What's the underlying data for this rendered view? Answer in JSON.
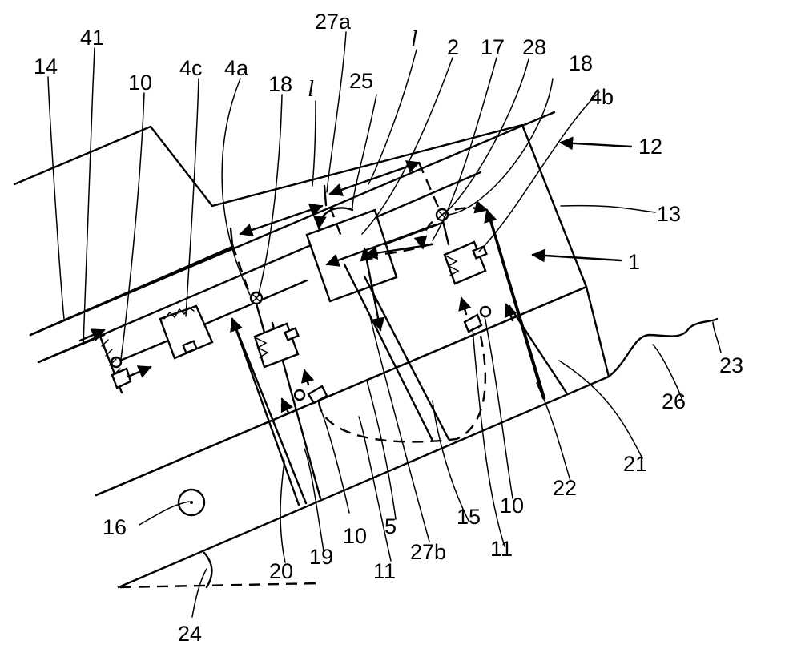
{
  "labels": {
    "l14": "14",
    "l41": "41",
    "l10a": "10",
    "l4c": "4c",
    "l4a": "4a",
    "l18a": "18",
    "l_l1": "l",
    "l27a": "27a",
    "l25": "25",
    "l_l2": "l",
    "l2": "2",
    "l17": "17",
    "l28": "28",
    "l18b": "18",
    "l4b": "4b",
    "l12": "12",
    "l13": "13",
    "l1": "1",
    "l23": "23",
    "l26": "26",
    "l21": "21",
    "l22": "22",
    "l10b": "10",
    "l11a": "11",
    "l15": "15",
    "l27b": "27b",
    "l11b": "11",
    "l5": "5",
    "l10c": "10",
    "l19": "19",
    "l20": "20",
    "l16": "16",
    "l24": "24"
  }
}
